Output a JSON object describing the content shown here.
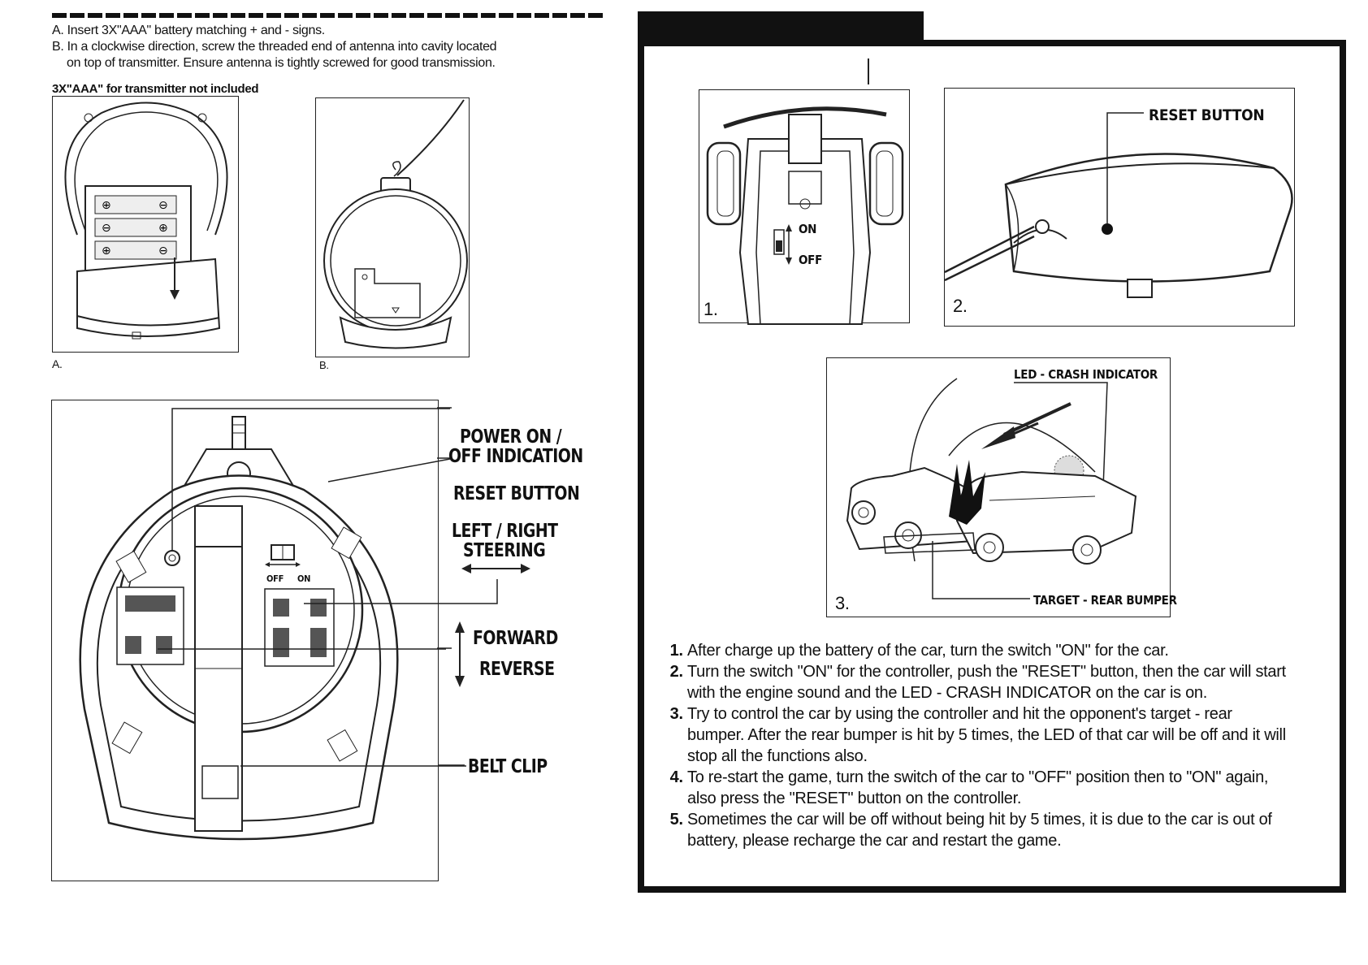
{
  "left": {
    "instruction_a": "A. Insert 3X\"AAA\" battery matching + and - signs.",
    "instruction_b1": "B. In a clockwise direction, screw the threaded end of antenna into cavity located",
    "instruction_b2": "on top of transmitter. Ensure antenna is tightly screwed for good transmission.",
    "battery_note": "3X\"AAA\" for transmitter not included",
    "fig_a_label": "A.",
    "fig_b_label": "B.",
    "callouts": {
      "power_1": "POWER ON /",
      "power_2": "OFF INDICATION",
      "reset": "RESET BUTTON",
      "steer_1": "LEFT / RIGHT",
      "steer_2": "STEERING",
      "forward": "FORWARD",
      "reverse": "REVERSE",
      "belt": "BELT CLIP",
      "off": "OFF",
      "on": "ON"
    }
  },
  "right": {
    "fig1_label": "1.",
    "fig1_on": "ON",
    "fig1_off": "OFF",
    "fig2_label": "2.",
    "fig2_reset": "RESET BUTTON",
    "fig3_label": "3.",
    "fig3_led": "LED - CRASH INDICATOR",
    "fig3_target": "TARGET - REAR BUMPER",
    "steps": [
      "After charge up the battery of the car, turn the switch \"ON\" for the car.",
      "Turn the switch \"ON\" for the controller, push the \"RESET\" button, then the car will start with the engine sound and the LED - CRASH INDICATOR on the car is on.",
      "Try to control the car by using the controller and hit the opponent's target - rear bumper. After the rear bumper is hit by 5 times, the LED of that car will be off and it will stop all the functions also.",
      "To re-start the game, turn the switch of the car to \"OFF\" position then to \"ON\" again, also press the \"RESET\" button on the controller.",
      "Sometimes the car will be off without being hit by 5 times, it is due to the car is out of battery, please recharge the car and restart the game."
    ]
  }
}
